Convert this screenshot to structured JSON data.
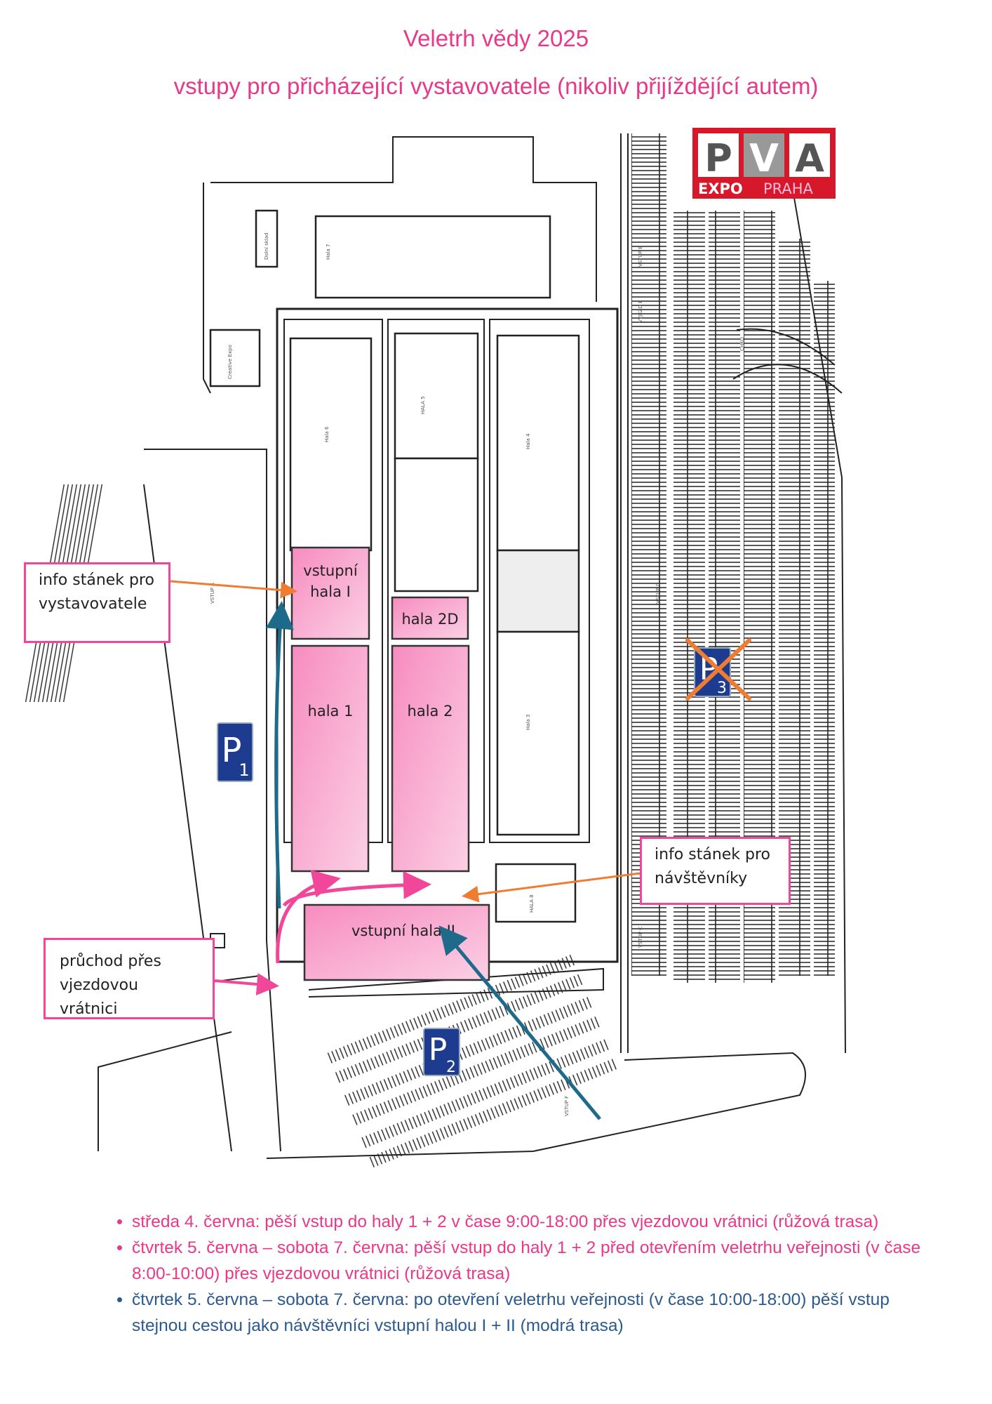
{
  "header": {
    "title": "Veletrh vědy 2025",
    "subtitle": "vstupy pro přicházející vystavovatele (nikoliv přijíždějící autem)"
  },
  "logo": {
    "letters": [
      "P",
      "V",
      "A"
    ],
    "line1": "EXPO",
    "line2": "PRAHA",
    "color": "#d7182a"
  },
  "map": {
    "halls": {
      "entry_hall_1": [
        "vstupní",
        "hala I"
      ],
      "hall_2d": "hala 2D",
      "hall_1": "hala 1",
      "hall_2": "hala 2",
      "entry_hall_2": "vstupní hala II",
      "hall_3": "Hala 3",
      "hall_4": "Hala 4",
      "hall_5": "HALA 5",
      "hall_6": "Hala 6",
      "hall_7": "Hala 7",
      "hall_8": "HALA 8"
    },
    "small_labels": {
      "gate_e": "VSTUP E",
      "exit_e": "VÝJEZD E",
      "gate_d": "VSTUP D",
      "chko": "CHKO",
      "gate_c": "VSTUP C",
      "gate_a": "VSTUP A",
      "gate_f": "VSTUP F",
      "creative": "Creative Expo",
      "dolni": "Dolní sklad"
    },
    "callouts": {
      "exhibitor_info": [
        "info stánek pro",
        "vystavovatele"
      ],
      "visitor_info": [
        "info stánek pro",
        "návštěvníky"
      ],
      "gate_passage": [
        "průchod přes",
        "vjezdovou vrátnici"
      ]
    },
    "parking": {
      "p1": [
        "P",
        "1"
      ],
      "p2": [
        "P",
        "2"
      ],
      "p3": [
        "P",
        "3"
      ],
      "p3_closed": true
    },
    "colors": {
      "pink_route": "#f0479a",
      "blue_route": "#1d6a8a",
      "orange_pointer": "#ef7c30",
      "hall_fill": "#f7a8cf",
      "parking_sign": "#1d3c8f"
    }
  },
  "notes": [
    {
      "text": "středa 4. června: pěší vstup do haly 1 + 2 v čase 9:00-18:00 přes vjezdovou vrátnici (růžová trasa)",
      "route": "pink"
    },
    {
      "text": "čtvrtek 5. června – sobota 7. června: pěší vstup do haly 1 + 2 před otevřením veletrhu veřejnosti (v čase 8:00-10:00) přes vjezdovou vrátnici (růžová trasa)",
      "route": "pink"
    },
    {
      "text": "čtvrtek 5. června – sobota 7. června: po otevření veletrhu veřejnosti (v čase 10:00-18:00) pěší vstup stejnou cestou jako návštěvníci vstupní halou I + II (modrá trasa)",
      "route": "blue"
    }
  ]
}
